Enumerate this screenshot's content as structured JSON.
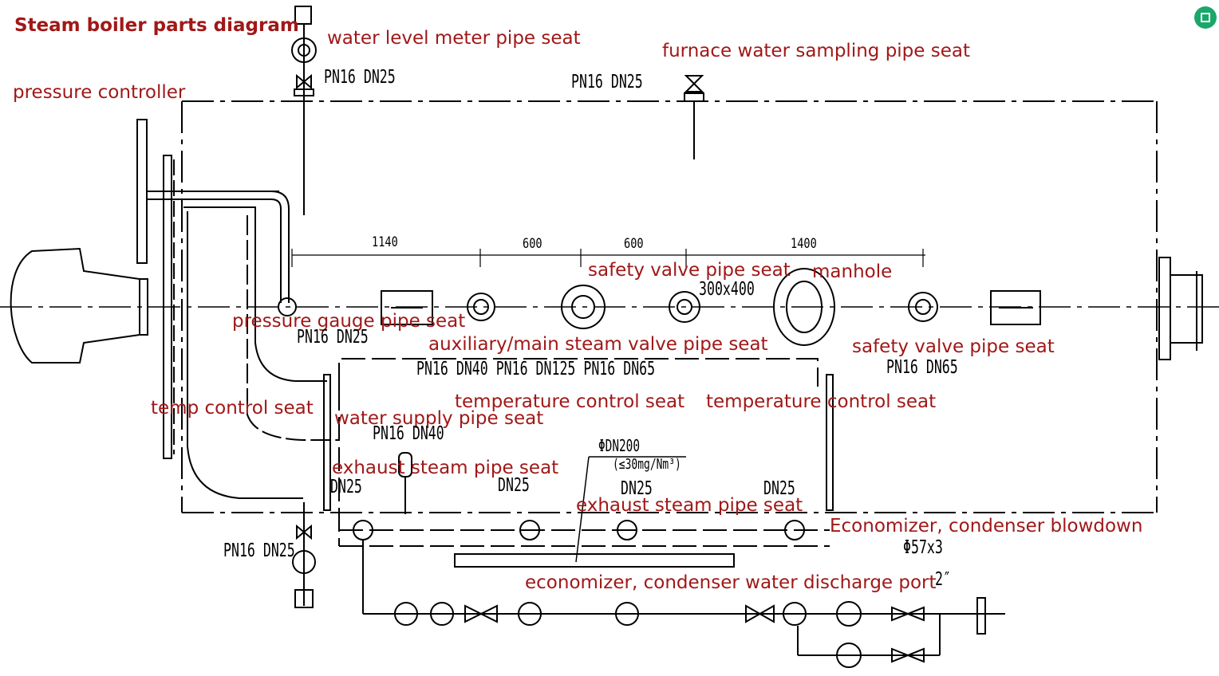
{
  "title": "Steam boiler parts diagram",
  "labels": {
    "water_level_meter": "water level meter pipe seat",
    "furnace_water_sampling": "furnace water sampling pipe seat",
    "pressure_controller": "pressure controller",
    "safety_valve_1": "safety valve pipe seat",
    "manhole": "manhole",
    "pressure_gauge": "pressure gauge pipe seat",
    "aux_main_steam": "auxiliary/main steam valve pipe seat",
    "safety_valve_2": "safety valve pipe seat",
    "temp_control_left": "temp control seat",
    "temperature_control_1": "temperature control seat",
    "temperature_control_2": "temperature control seat",
    "water_supply": "water supply pipe seat",
    "exhaust_steam_1": "exhaust steam pipe seat",
    "exhaust_steam_2": "exhaust steam pipe seat",
    "economizer_blowdown": "Economizer, condenser blowdown",
    "economizer_discharge": "economizer, condenser water discharge port"
  },
  "specs": {
    "water_level": "PN16  DN25",
    "sampling": "PN16  DN25",
    "pressure_gauge": "PN16  DN25",
    "aux_steam": "PN16  DN40   PN16  DN125  PN16  DN65",
    "safety_right": "PN16  DN65",
    "water_supply": "PN16  DN40",
    "bottom_left": "PN16  DN25",
    "manhole_size": "300x400",
    "chimney": "ΦDN200",
    "emission": "(≤30mg/Nm³)",
    "dn25_a": "DN25",
    "dn25_b": "DN25",
    "dn25_c": "DN25",
    "dn25_d": "DN25",
    "pipe_size": "Φ57x3",
    "inch": "2″"
  },
  "dimensions": {
    "d1": "1140",
    "d2": "600",
    "d3": "600",
    "d4": "1400"
  },
  "colors": {
    "label": "#a01818",
    "line": "#000000",
    "badge": "#1aa86a"
  }
}
